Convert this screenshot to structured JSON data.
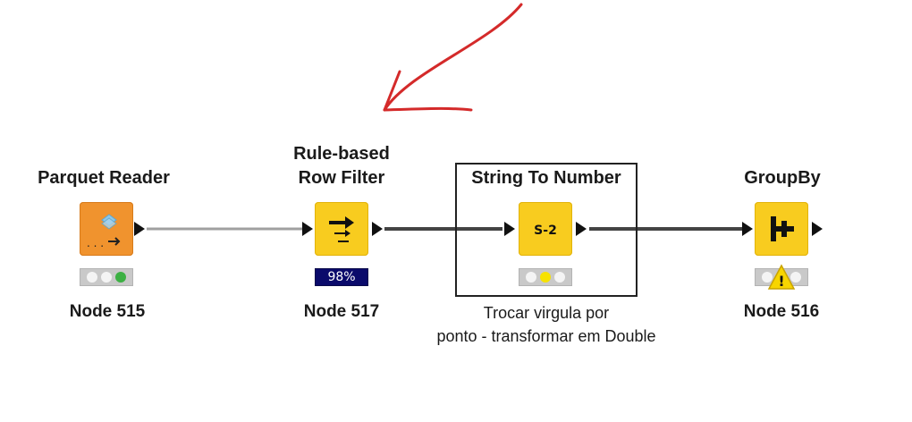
{
  "nodes": [
    {
      "title_lines": [
        "Parquet Reader"
      ],
      "label": "Node 515",
      "color": "#f0932e",
      "status": "executed",
      "status_color": "#3cb043",
      "icon": "parquet-reader-icon"
    },
    {
      "title_lines": [
        "Rule-based",
        "Row Filter"
      ],
      "label": "Node 517",
      "color": "#f8cc1f",
      "status": "executing",
      "progress": "98%",
      "icon": "row-filter-icon"
    },
    {
      "title_lines": [
        "String To Number"
      ],
      "label": "Trocar virgula por",
      "label2": "ponto - transformar em Double",
      "color": "#f8cc1f",
      "status": "configured",
      "status_color": "#f7e200",
      "icon": "string-to-number-icon",
      "icon_text": "S-2"
    },
    {
      "title_lines": [
        "GroupBy"
      ],
      "label": "Node 516",
      "color": "#f8cc1f",
      "status": "warning",
      "icon": "groupby-icon"
    }
  ],
  "annotation": {
    "arrow_color": "#d42a2a"
  }
}
